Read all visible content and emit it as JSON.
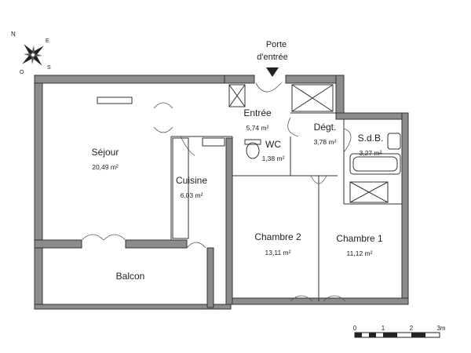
{
  "plan": {
    "entry_marker": "Porte\nd'entrée",
    "rooms": [
      {
        "key": "sejour",
        "name": "Séjour",
        "area": "20,49 m²"
      },
      {
        "key": "cuisine",
        "name": "Cuisine",
        "area": "6,03 m²"
      },
      {
        "key": "entree",
        "name": "Entrée",
        "area": "5,74 m²"
      },
      {
        "key": "wc",
        "name": "WC",
        "area": "1,38 m²"
      },
      {
        "key": "degt",
        "name": "Dégt.",
        "area": "3,78 m²"
      },
      {
        "key": "sdb",
        "name": "S.d.B.",
        "area": "3,27 m²"
      },
      {
        "key": "chambre2",
        "name": "Chambre 2",
        "area": "13,11 m²"
      },
      {
        "key": "chambre1",
        "name": "Chambre 1",
        "area": "11,12 m²"
      },
      {
        "key": "balcon",
        "name": "Balcon",
        "area": ""
      }
    ],
    "compass": {
      "n": "N",
      "e": "E",
      "s": "S",
      "o": "O"
    },
    "scale": {
      "ticks": [
        "0",
        "1",
        "2",
        "3m"
      ]
    }
  }
}
